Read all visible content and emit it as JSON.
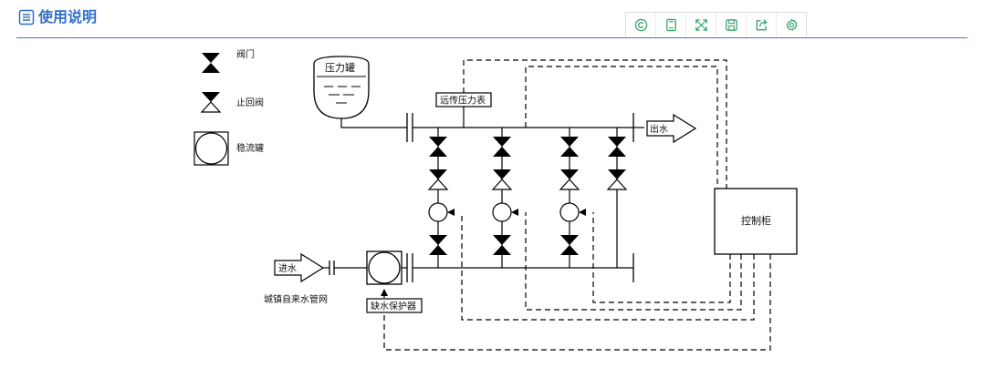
{
  "header": {
    "title": "使用说明",
    "title_icon": "list-doc-icon",
    "accent_color": "#2f6fc9"
  },
  "toolbar": {
    "buttons": [
      {
        "icon": "copyright-icon"
      },
      {
        "icon": "tablet-icon"
      },
      {
        "icon": "expand-icon"
      },
      {
        "icon": "save-icon"
      },
      {
        "icon": "share-icon"
      },
      {
        "icon": "settings-gear-icon"
      }
    ],
    "icon_color": "#3aa36b"
  },
  "diagram": {
    "legend": {
      "valve": "阀门",
      "check_valve": "止回阀",
      "stabilizer": "稳流罐"
    },
    "labels": {
      "pressure_tank": "压力罐",
      "remote_gauge": "远传压力表",
      "outlet": "出水",
      "inlet": "进水",
      "city_water": "城镇自来水管网",
      "low_water_protector": "缺水保护器",
      "control_cabinet": "控制柜"
    }
  }
}
